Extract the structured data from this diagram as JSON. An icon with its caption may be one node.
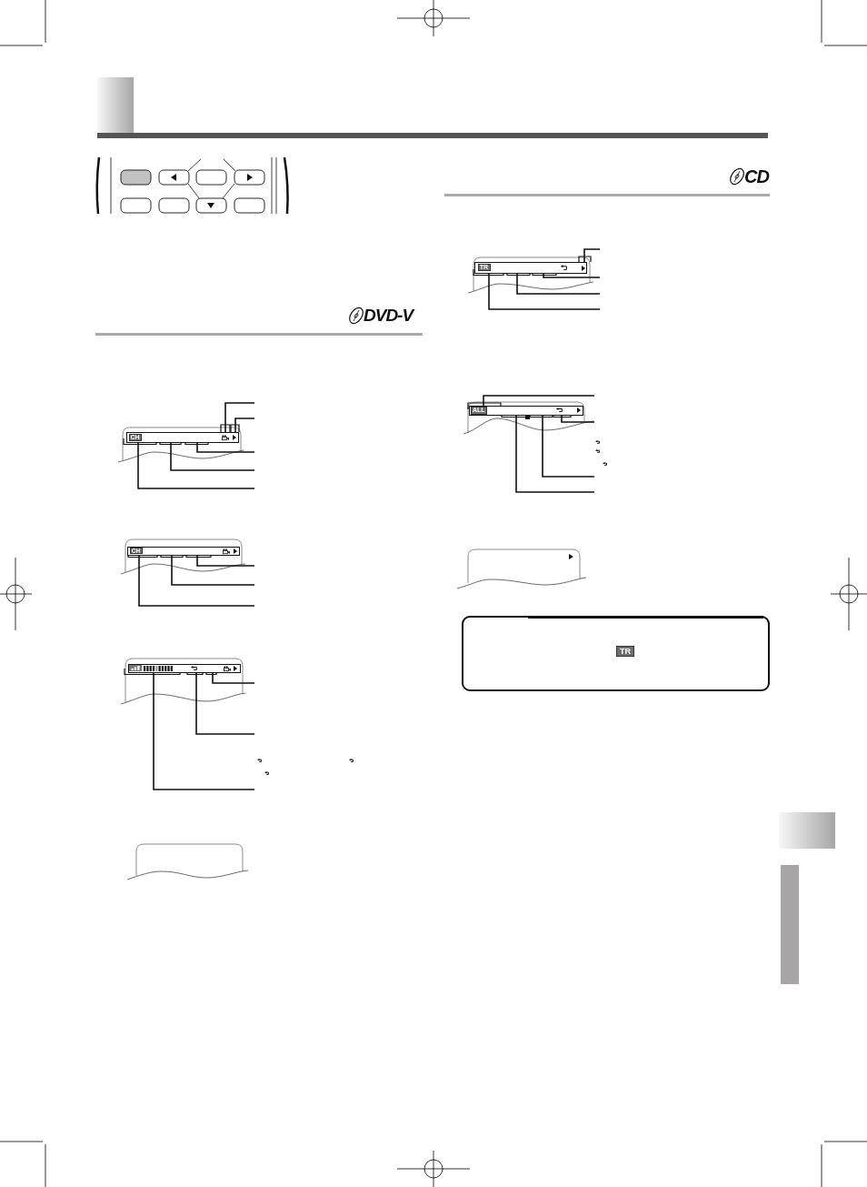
{
  "diagram": {
    "nodes": [
      {
        "text": [
          "CH"
        ]
      },
      {
        "text": [
          "CH"
        ]
      },
      {
        "text": [],
        "shape": "box"
      },
      {
        "text": [
          "TR"
        ]
      },
      {
        "text": [
          "ALL"
        ]
      },
      {
        "text": [
          "TR"
        ]
      }
    ],
    "edges": [
      {
        "from": null,
        "to": 0,
        "arrow": "none"
      },
      {
        "from": null,
        "to": 0,
        "arrow": "none"
      },
      {
        "from": null,
        "to": 0,
        "arrow": "none"
      },
      {
        "from": null,
        "to": 0,
        "arrow": "none"
      },
      {
        "from": null,
        "to": 0,
        "arrow": "none"
      },
      {
        "from": null,
        "to": 1,
        "arrow": "none"
      },
      {
        "from": null,
        "to": 1,
        "arrow": "none"
      },
      {
        "from": null,
        "to": 1,
        "arrow": "none"
      },
      {
        "from": null,
        "to": 2,
        "arrow": "none"
      },
      {
        "from": null,
        "to": 2,
        "arrow": "none"
      },
      {
        "from": null,
        "to": 2,
        "arrow": "none"
      },
      {
        "from": null,
        "to": 3,
        "arrow": "none"
      },
      {
        "from": null,
        "to": 3,
        "arrow": "none"
      },
      {
        "from": null,
        "to": 3,
        "arrow": "none"
      },
      {
        "from": null,
        "to": 3,
        "arrow": "none"
      },
      {
        "from": null,
        "to": 4,
        "arrow": "none"
      },
      {
        "from": null,
        "to": 4,
        "arrow": "none"
      },
      {
        "from": null,
        "to": 4,
        "arrow": "none"
      },
      {
        "from": null,
        "to": 4,
        "arrow": "none"
      }
    ],
    "labels": [
      "DVD-V",
      "CD"
    ]
  }
}
